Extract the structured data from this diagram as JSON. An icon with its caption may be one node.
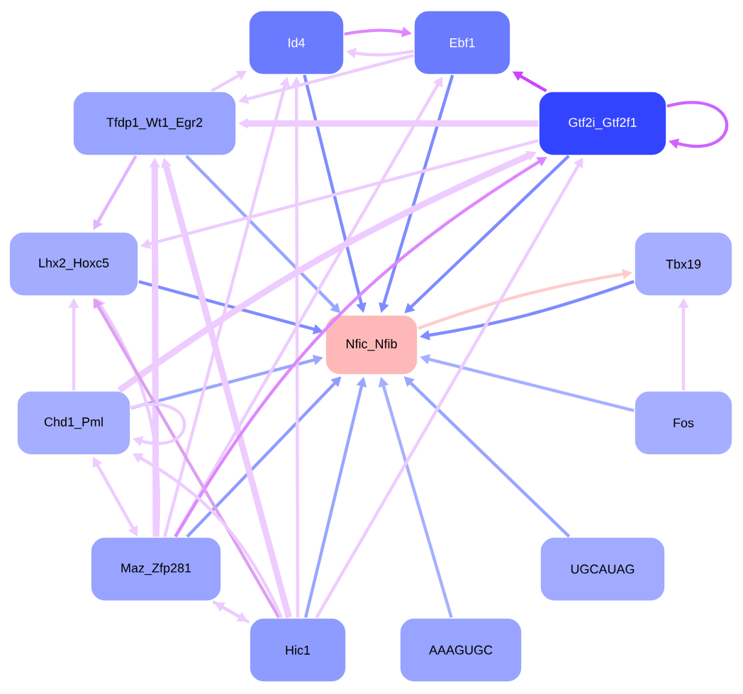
{
  "diagram": {
    "nodes": [
      {
        "text": [
          "Id4"
        ]
      },
      {
        "text": [
          "Ebf1"
        ]
      },
      {
        "text": [
          "Tfdp1_Wt1_Egr2"
        ]
      },
      {
        "text": [
          "Gtf2i_Gtf2f1"
        ]
      },
      {
        "text": [
          "Lhx2_Hoxc5"
        ]
      },
      {
        "text": [
          "Nfic_Nfib"
        ]
      },
      {
        "text": [
          "Tbx19"
        ]
      },
      {
        "text": [
          "Chd1_Pml"
        ]
      },
      {
        "text": [
          "Fos"
        ]
      },
      {
        "text": [
          "Maz_Zfp281"
        ]
      },
      {
        "text": [
          "UGCAUAG"
        ]
      },
      {
        "text": [
          "Hic1"
        ]
      },
      {
        "text": [
          "AAAGUGC"
        ]
      }
    ],
    "edges": [
      {
        "from": 0,
        "to": 5,
        "arrow": "to",
        "color": "#7f8cff"
      },
      {
        "from": 1,
        "to": 5,
        "arrow": "to",
        "color": "#7f8cff"
      },
      {
        "from": 2,
        "to": 5,
        "arrow": "to",
        "color": "#99a6ff"
      },
      {
        "from": 3,
        "to": 5,
        "arrow": "to",
        "color": "#7f8cff"
      },
      {
        "from": 4,
        "to": 5,
        "arrow": "to",
        "color": "#7f8cff"
      },
      {
        "from": 7,
        "to": 5,
        "arrow": "to",
        "color": "#99a6ff"
      },
      {
        "from": 9,
        "to": 5,
        "arrow": "to",
        "color": "#8f9cff"
      },
      {
        "from": 11,
        "to": 5,
        "arrow": "to",
        "color": "#99a6ff"
      },
      {
        "from": 12,
        "to": 5,
        "arrow": "to",
        "color": "#a6b0ff"
      },
      {
        "from": 10,
        "to": 5,
        "arrow": "to",
        "color": "#99a6ff"
      },
      {
        "from": 8,
        "to": 5,
        "arrow": "to",
        "color": "#a6b0ff"
      },
      {
        "from": 6,
        "to": 5,
        "arrow": "to",
        "color": "#7f8cff"
      },
      {
        "from": 5,
        "to": 6,
        "arrow": "to",
        "color": "#ffcccc"
      },
      {
        "from": 8,
        "to": 6,
        "arrow": "to"
      },
      {
        "from": 0,
        "to": 1,
        "arrow": "to",
        "color": "#dd88ff"
      },
      {
        "from": 3,
        "to": 1,
        "arrow": "to",
        "color": "#cc44ff"
      },
      {
        "from": 3,
        "to": 3,
        "arrow": "to",
        "color": "#cc66ff"
      },
      {
        "from": 2,
        "to": 0,
        "arrow": "to"
      },
      {
        "from": 1,
        "to": 2,
        "arrow": "to"
      },
      {
        "from": 3,
        "to": 2,
        "arrow": "to",
        "style": "thick"
      },
      {
        "from": 2,
        "to": 4,
        "arrow": "to",
        "color": "#e2b4ff"
      },
      {
        "from": 3,
        "to": 4,
        "arrow": "to"
      },
      {
        "from": 9,
        "to": 2,
        "arrow": "to",
        "style": "thick"
      },
      {
        "from": 11,
        "to": 2,
        "arrow": "to",
        "style": "thick"
      },
      {
        "from": 9,
        "to": 0,
        "arrow": "to"
      },
      {
        "from": 11,
        "to": 0,
        "arrow": "to"
      },
      {
        "from": 9,
        "to": 1,
        "arrow": "to"
      },
      {
        "from": 9,
        "to": 3,
        "arrow": "to",
        "color": "#dd88ff"
      },
      {
        "from": 7,
        "to": 3,
        "arrow": "to",
        "style": "thick"
      },
      {
        "from": 7,
        "to": 4,
        "arrow": "to"
      },
      {
        "from": 9,
        "to": 4,
        "arrow": "to"
      },
      {
        "from": 11,
        "to": 4,
        "arrow": "to",
        "color": "#dda0f0"
      },
      {
        "from": 9,
        "to": 7,
        "arrow": "both"
      },
      {
        "from": 11,
        "to": 7,
        "arrow": "to"
      },
      {
        "from": 9,
        "to": 11,
        "arrow": "to"
      },
      {
        "from": 11,
        "to": 9,
        "arrow": "to"
      },
      {
        "from": 7,
        "to": 7,
        "arrow": "to"
      },
      {
        "from": 1,
        "to": 0,
        "arrow": "to"
      },
      {
        "from": 11,
        "to": 3,
        "arrow": "to"
      }
    ]
  }
}
